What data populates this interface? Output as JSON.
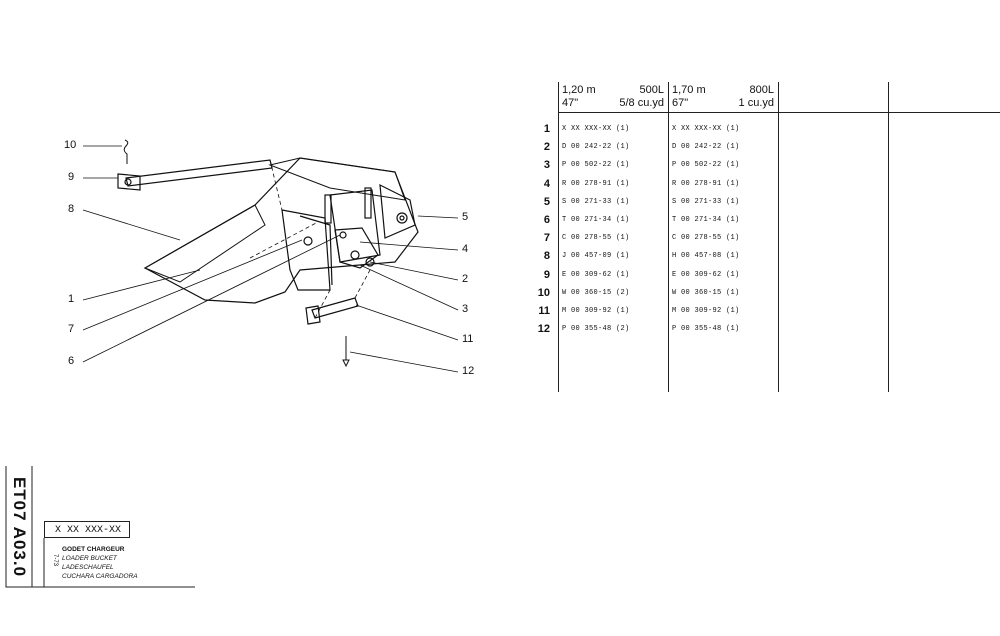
{
  "drawing": {
    "callouts": [
      "10",
      "9",
      "8",
      "1",
      "7",
      "6",
      "5",
      "4",
      "2",
      "3",
      "11",
      "12"
    ]
  },
  "table": {
    "columns": [
      {
        "line1_a": "1,20 m",
        "line1_b": "500L",
        "line2_a": "47\"",
        "line2_b": "5/8 cu.yd"
      },
      {
        "line1_a": "1,70 m",
        "line1_b": "800L",
        "line2_a": "67\"",
        "line2_b": "1 cu.yd"
      }
    ],
    "rows": [
      {
        "item": "1",
        "c1": "X XX XXX-XX (1)",
        "c2": "X XX XXX-XX   (1)"
      },
      {
        "item": "2",
        "c1": "D 00 242-22 (1)",
        "c2": "D 00 242-22   (1)"
      },
      {
        "item": "3",
        "c1": "P 00 502-22 (1)",
        "c2": "P 00 502-22   (1)"
      },
      {
        "item": "4",
        "c1": "R 00 278-91 (1)",
        "c2": "R 00 278-91   (1)"
      },
      {
        "item": "5",
        "c1": "S 00 271-33 (1)",
        "c2": "S 00 271-33   (1)"
      },
      {
        "item": "6",
        "c1": "T 00 271-34 (1)",
        "c2": "T 00 271-34   (1)"
      },
      {
        "item": "7",
        "c1": "C 00 278-55 (1)",
        "c2": "C 00 278-55   (1)"
      },
      {
        "item": "8",
        "c1": "J 00 457-09 (1)",
        "c2": "H 00 457-08   (1)"
      },
      {
        "item": "9",
        "c1": "E 00 309-62 (1)",
        "c2": "E 00 309-62   (1)"
      },
      {
        "item": "10",
        "c1": "W 00 360-15 (2)",
        "c2": "W 00 360-15   (1)"
      },
      {
        "item": "11",
        "c1": "M 00 309-92 (1)",
        "c2": "M 00 309-92   (1)"
      },
      {
        "item": "12",
        "c1": "P 00 355-48 (2)",
        "c2": "P 00 355-48   (1)"
      }
    ]
  },
  "title_block": {
    "code": "ET07 A03.0",
    "part_ref": "X XX XXX-XX",
    "date": "7-73",
    "names": [
      "GODET CHARGEUR",
      "LOADER BUCKET",
      "LADESCHAUFEL",
      "CUCHARA CARGADORA"
    ]
  }
}
